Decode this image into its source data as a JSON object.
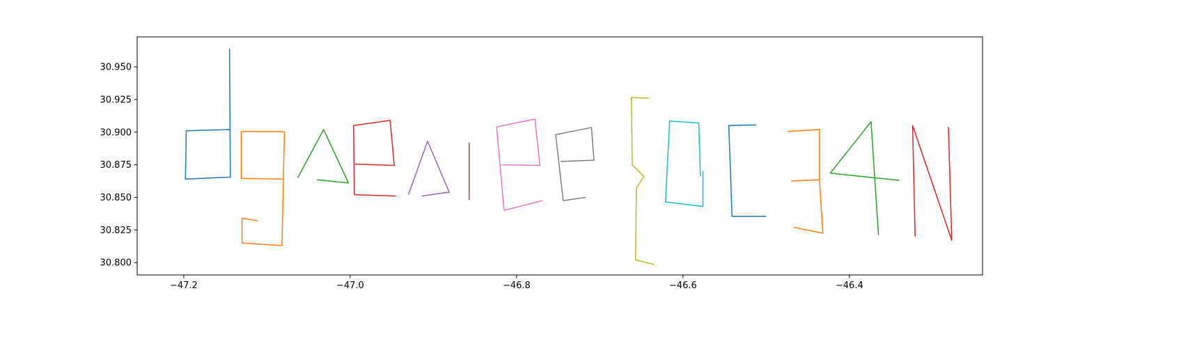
{
  "chart_data": {
    "type": "line",
    "title": "",
    "xlabel": "",
    "ylabel": "",
    "xlim": [
      -47.256,
      -46.24
    ],
    "ylim": [
      30.7905,
      30.973
    ],
    "grid": false,
    "x_ticks": [
      {
        "value": -47.2,
        "label": "−47.2"
      },
      {
        "value": -47.0,
        "label": "−47.0"
      },
      {
        "value": -46.8,
        "label": "−46.8"
      },
      {
        "value": -46.6,
        "label": "−46.6"
      },
      {
        "value": -46.4,
        "label": "−46.4"
      }
    ],
    "y_ticks": [
      {
        "value": 30.8,
        "label": "30.800"
      },
      {
        "value": 30.825,
        "label": "30.825"
      },
      {
        "value": 30.85,
        "label": "30.850"
      },
      {
        "value": 30.875,
        "label": "30.875"
      },
      {
        "value": 30.9,
        "label": "30.900"
      },
      {
        "value": 30.925,
        "label": "30.925"
      },
      {
        "value": 30.95,
        "label": "30.950"
      }
    ],
    "series": [
      {
        "color": "#1f77b4",
        "strokes": [
          [
            [
              -47.145,
              30.964
            ],
            [
              -47.144,
              30.8655
            ],
            [
              -47.198,
              30.864
            ],
            [
              -47.197,
              30.901
            ],
            [
              -47.145,
              30.902
            ]
          ]
        ]
      },
      {
        "color": "#ff7f0e",
        "strokes": [
          [
            [
              -47.131,
              30.9005
            ],
            [
              -47.079,
              30.9003
            ],
            [
              -47.082,
              30.813
            ],
            [
              -47.13,
              30.815
            ],
            [
              -47.13,
              30.834
            ],
            [
              -47.111,
              30.832
            ]
          ],
          [
            [
              -47.131,
              30.9005
            ],
            [
              -47.131,
              30.8645
            ],
            [
              -47.081,
              30.864
            ]
          ]
        ]
      },
      {
        "color": "#2ca02c",
        "strokes": [
          [
            [
              -47.063,
              30.865
            ],
            [
              -47.032,
              30.902
            ],
            [
              -47.002,
              30.861
            ],
            [
              -47.04,
              30.8635
            ]
          ]
        ]
      },
      {
        "color": "#d62728",
        "strokes": [
          [
            [
              -46.995,
              30.852
            ],
            [
              -46.996,
              30.905
            ],
            [
              -46.952,
              30.909
            ],
            [
              -46.947,
              30.8745
            ],
            [
              -46.994,
              30.8755
            ]
          ],
          [
            [
              -46.995,
              30.852
            ],
            [
              -46.945,
              30.851
            ]
          ]
        ]
      },
      {
        "color": "#9467bd",
        "strokes": [
          [
            [
              -46.93,
              30.852
            ],
            [
              -46.907,
              30.893
            ],
            [
              -46.881,
              30.854
            ],
            [
              -46.914,
              30.851
            ]
          ]
        ]
      },
      {
        "color": "#8c564b",
        "strokes": [
          [
            [
              -46.857,
              30.892
            ],
            [
              -46.857,
              30.848
            ]
          ]
        ]
      },
      {
        "color": "#e377c2",
        "strokes": [
          [
            [
              -46.815,
              30.84
            ],
            [
              -46.824,
              30.904
            ],
            [
              -46.778,
              30.91
            ],
            [
              -46.772,
              30.8745
            ],
            [
              -46.818,
              30.875
            ]
          ],
          [
            [
              -46.815,
              30.84
            ],
            [
              -46.769,
              30.8475
            ]
          ]
        ]
      },
      {
        "color": "#7f7f7f",
        "strokes": [
          [
            [
              -46.744,
              30.8475
            ],
            [
              -46.753,
              30.898
            ],
            [
              -46.71,
              30.9035
            ],
            [
              -46.707,
              30.8785
            ],
            [
              -46.747,
              30.8775
            ]
          ],
          [
            [
              -46.744,
              30.8475
            ],
            [
              -46.717,
              30.85
            ]
          ]
        ]
      },
      {
        "color": "#bcbd22",
        "strokes": [
          [
            [
              -46.641,
              30.926
            ],
            [
              -46.662,
              30.9265
            ],
            [
              -46.661,
              30.875
            ],
            [
              -46.647,
              30.866
            ],
            [
              -46.656,
              30.857
            ],
            [
              -46.657,
              30.802
            ],
            [
              -46.635,
              30.7985
            ]
          ]
        ]
      },
      {
        "color": "#17becf",
        "strokes": [
          [
            [
              -46.579,
              30.866
            ],
            [
              -46.581,
              30.907
            ],
            [
              -46.616,
              30.9085
            ],
            [
              -46.621,
              30.8465
            ],
            [
              -46.576,
              30.843
            ],
            [
              -46.576,
              30.87
            ]
          ]
        ]
      },
      {
        "color": "#1f77b4",
        "strokes": [
          [
            [
              -46.512,
              30.9055
            ],
            [
              -46.545,
              30.905
            ],
            [
              -46.541,
              30.8355
            ],
            [
              -46.5,
              30.8355
            ]
          ]
        ]
      },
      {
        "color": "#ff7f0e",
        "strokes": [
          [
            [
              -46.474,
              30.9005
            ],
            [
              -46.436,
              30.902
            ],
            [
              -46.436,
              30.8635
            ],
            [
              -46.47,
              30.8625
            ]
          ],
          [
            [
              -46.436,
              30.8635
            ],
            [
              -46.432,
              30.8225
            ],
            [
              -46.467,
              30.827
            ]
          ]
        ]
      },
      {
        "color": "#2ca02c",
        "strokes": [
          [
            [
              -46.365,
              30.821
            ],
            [
              -46.374,
              30.908
            ],
            [
              -46.423,
              30.8685
            ],
            [
              -46.34,
              30.863
            ]
          ]
        ]
      },
      {
        "color": "#d62728",
        "strokes": [
          [
            [
              -46.321,
              30.82
            ],
            [
              -46.324,
              30.905
            ],
            [
              -46.277,
              30.817
            ],
            [
              -46.281,
              30.904
            ]
          ]
        ]
      }
    ]
  }
}
